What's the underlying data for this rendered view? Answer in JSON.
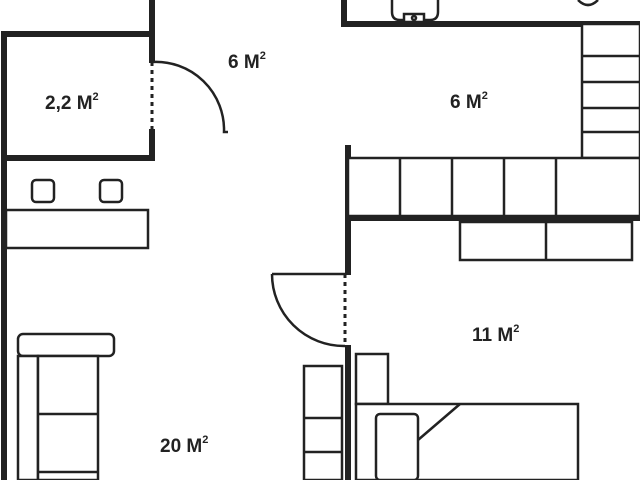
{
  "rooms": [
    {
      "id": "storage",
      "area": "2,2 M",
      "sup": "2"
    },
    {
      "id": "corridor",
      "area": "6 M",
      "sup": "2"
    },
    {
      "id": "kitchen",
      "area": "6 M",
      "sup": "2"
    },
    {
      "id": "bedroom",
      "area": "11 M",
      "sup": "2"
    },
    {
      "id": "living",
      "area": "20 M",
      "sup": "2"
    }
  ]
}
